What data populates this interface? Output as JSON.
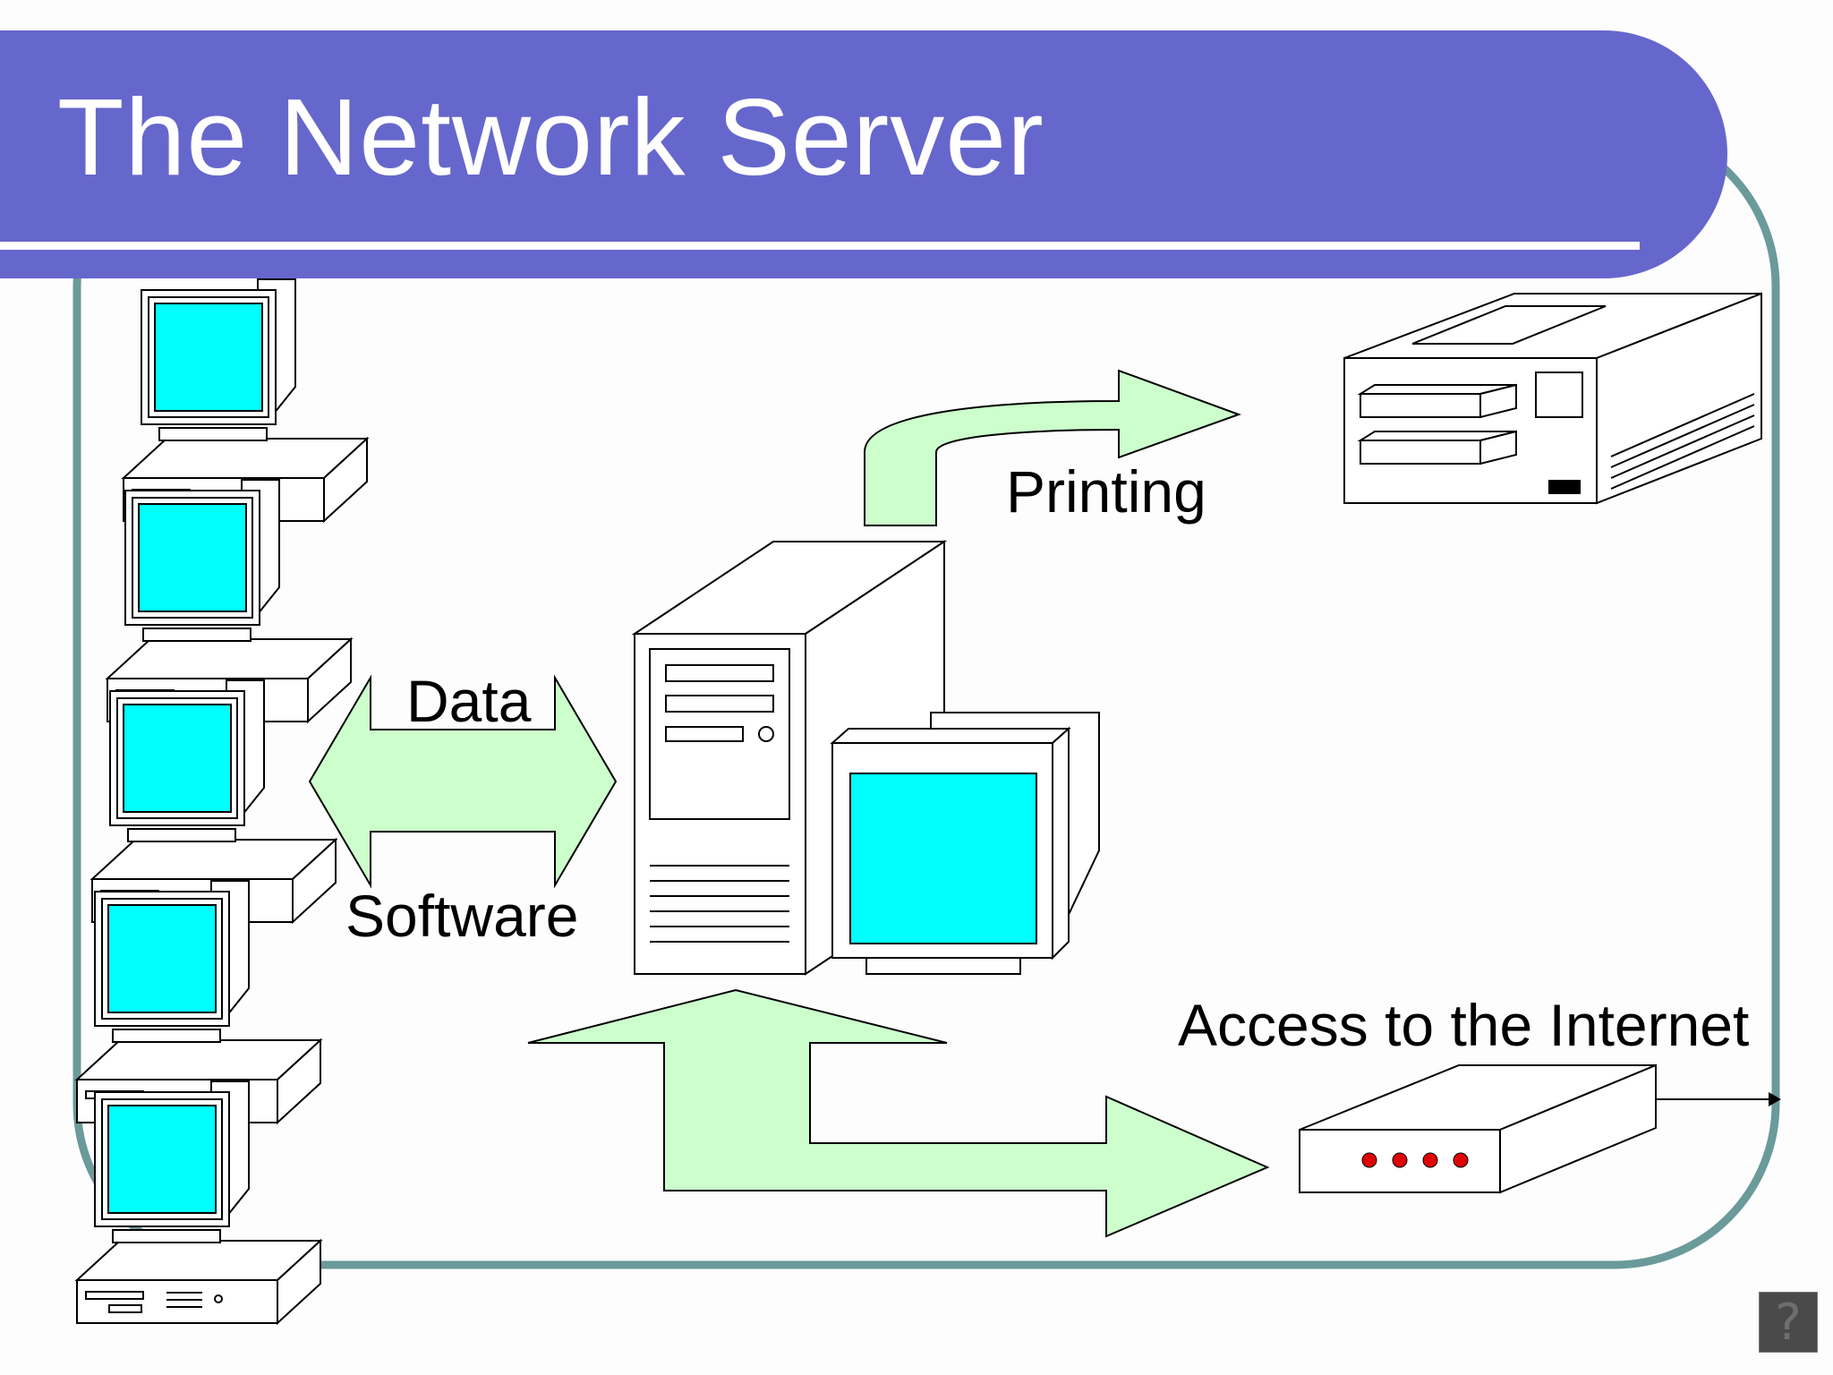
{
  "title": "The Network Server",
  "labels": {
    "data": "Data",
    "software": "Software",
    "printing": "Printing",
    "internet": "Access to the Internet"
  },
  "help_icon": "?",
  "colors": {
    "title_band": "#6667cc",
    "frame": "#6a9a9a",
    "arrow_fill": "#ccffcc",
    "screen": "#00ffff",
    "led": "#e00000"
  },
  "client_count": 5
}
